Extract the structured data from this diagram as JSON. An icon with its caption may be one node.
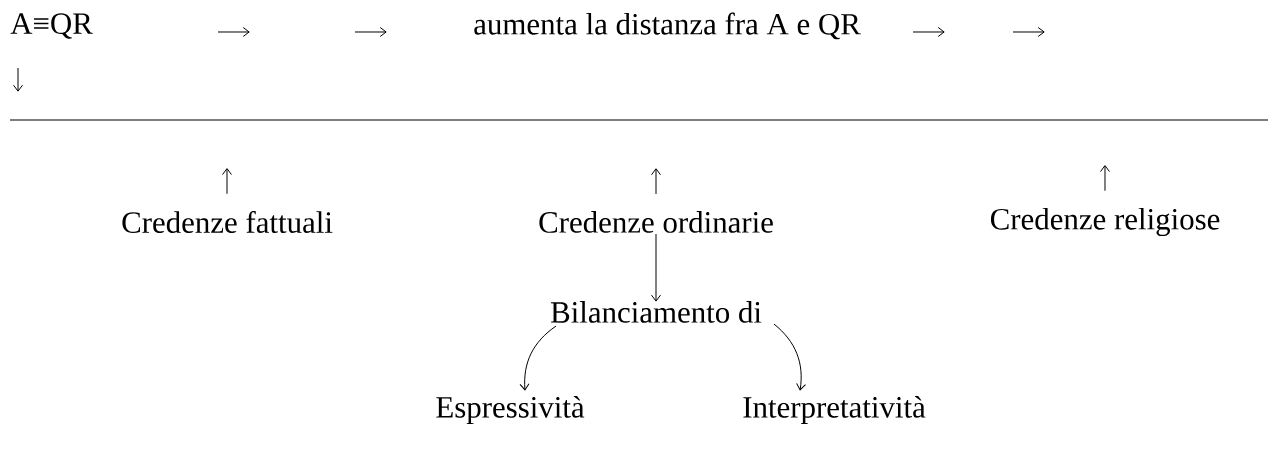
{
  "diagram": {
    "nodes": [
      {
        "text": [
          "Credenze fattuali"
        ]
      },
      {
        "text": [
          "Credenze ordinarie"
        ]
      },
      {
        "text": [
          "Credenze religiose"
        ]
      },
      {
        "text": [
          "Bilanciamento di"
        ]
      },
      {
        "text": [
          "Espressività"
        ]
      },
      {
        "text": [
          "Interpretatività"
        ]
      }
    ],
    "edges": [
      {
        "from": 0,
        "to": null,
        "arrow": "to"
      },
      {
        "from": 1,
        "to": null,
        "arrow": "to"
      },
      {
        "from": 2,
        "to": null,
        "arrow": "to"
      },
      {
        "from": 1,
        "to": 3,
        "arrow": "to"
      },
      {
        "from": 3,
        "to": 4,
        "arrow": "to"
      },
      {
        "from": 3,
        "to": 5,
        "arrow": "to"
      }
    ],
    "labels": [
      "A≡QR",
      "aumenta la distanza fra A e QR"
    ]
  }
}
